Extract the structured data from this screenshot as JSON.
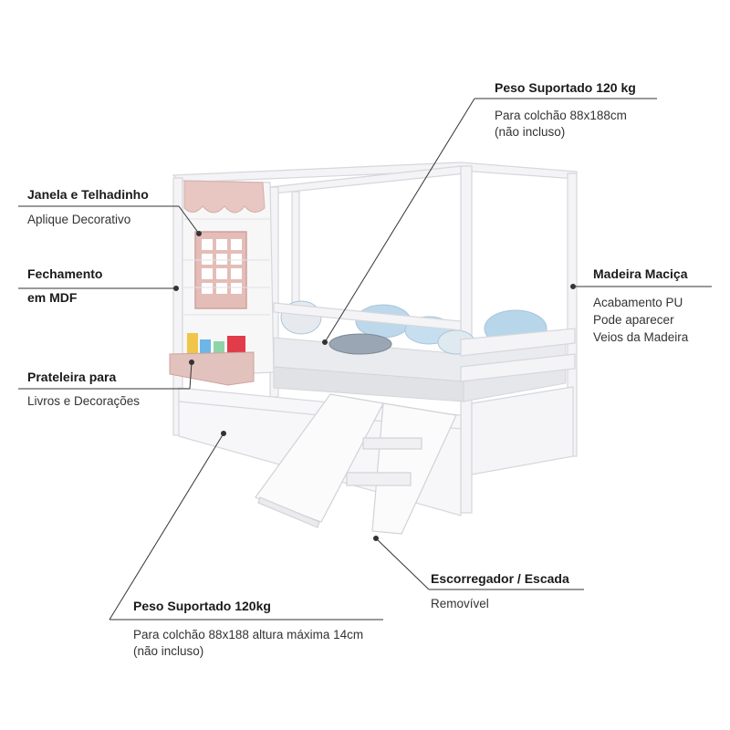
{
  "callouts": {
    "weight_top": {
      "title": "Peso Suportado 120 kg",
      "lines": [
        "Para colchão 88x188cm",
        "(não incluso)"
      ]
    },
    "window_roof": {
      "title": "Janela e Telhadinho",
      "lines": [
        "Aplique Decorativo"
      ]
    },
    "closure": {
      "lines": [
        "Fechamento",
        "em MDF"
      ]
    },
    "solid_wood": {
      "title": "Madeira Maciça",
      "lines": [
        "Acabamento PU",
        "Pode aparecer",
        "Veios da Madeira"
      ]
    },
    "shelf": {
      "title": "Prateleira para",
      "lines": [
        "Livros e Decorações"
      ]
    },
    "slide_stairs": {
      "title": "Escorregador / Escada",
      "lines": [
        "Removível"
      ]
    },
    "weight_bottom": {
      "title": "Peso Suportado 120kg",
      "lines": [
        "Para colchão 88x188 altura máxima 14cm",
        "(não incluso)"
      ]
    }
  },
  "colors": {
    "frame": "#f4f4f6",
    "frame_edge": "#d9dade",
    "roof_pink": "#e8c6c2",
    "pillow_blue": "#bcd8ea",
    "mattress": "#e6e7eb",
    "callout_line": "#333333"
  }
}
